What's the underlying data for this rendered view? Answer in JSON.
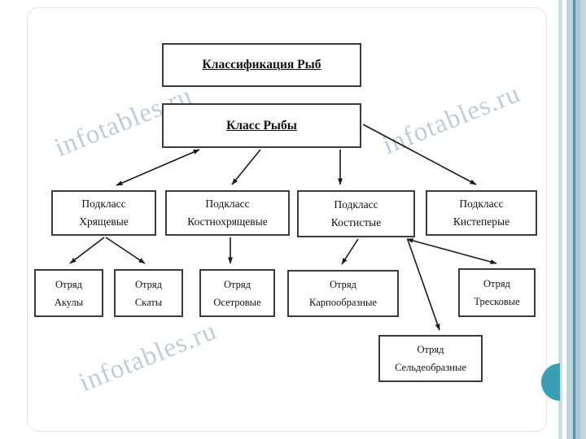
{
  "slide": {
    "watermark_text": "infotables.ru",
    "accent_color": "#3a9eb5",
    "stripe_dark_color": "#4e96a4",
    "stripe_light_color": "#bfd5dc",
    "watermark_color": "#b3c5d4",
    "connector_color": "#1a1a1a",
    "box_border_color": "#3b3b3b"
  },
  "diagram": {
    "title": "Классификация Рыб",
    "root": "Класс Рыбы",
    "subclasses": [
      {
        "line1": "Подкласс",
        "line2": "Хрящевые"
      },
      {
        "line1": "Подкласс",
        "line2": "Костнохрящевые"
      },
      {
        "line1": "Подкласс",
        "line2": "Костистые"
      },
      {
        "line1": "Подкласс",
        "line2": "Кистеперые"
      }
    ],
    "orders": [
      {
        "line1": "Отряд",
        "line2": "Акулы"
      },
      {
        "line1": "Отряд",
        "line2": "Скаты"
      },
      {
        "line1": "Отряд",
        "line2": "Осетровые"
      },
      {
        "line1": "Отряд",
        "line2": "Карпообразные"
      },
      {
        "line1": "Отряд",
        "line2": "Тресковые"
      },
      {
        "line1": "Отряд",
        "line2": "Сельдеобразные"
      }
    ]
  }
}
